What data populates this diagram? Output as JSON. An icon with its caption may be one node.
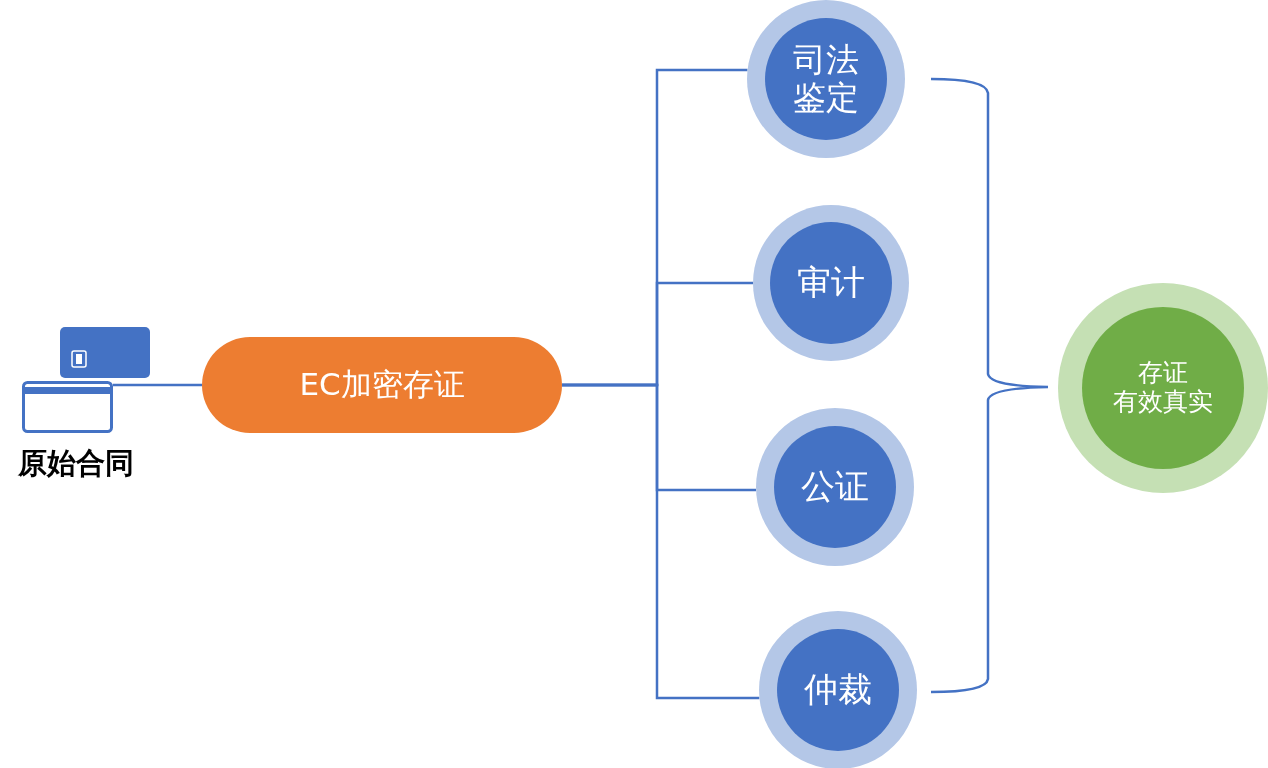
{
  "diagram": {
    "nodes": [
      {
        "text": [
          "原始合同"
        ]
      },
      {
        "text": [
          "EC加密存证"
        ]
      },
      {
        "text": [
          "司法鉴定"
        ]
      },
      {
        "text": [
          "审计"
        ]
      },
      {
        "text": [
          "公证"
        ]
      },
      {
        "text": [
          "仲裁"
        ]
      },
      {
        "text": [
          "存证有效真实"
        ]
      }
    ],
    "edges": [
      {
        "from": 0,
        "to": 1,
        "arrow": "none"
      },
      {
        "from": 1,
        "to": 2,
        "arrow": "none"
      },
      {
        "from": 1,
        "to": 3,
        "arrow": "none"
      },
      {
        "from": 1,
        "to": 4,
        "arrow": "none"
      },
      {
        "from": 1,
        "to": 5,
        "arrow": "none"
      }
    ]
  }
}
